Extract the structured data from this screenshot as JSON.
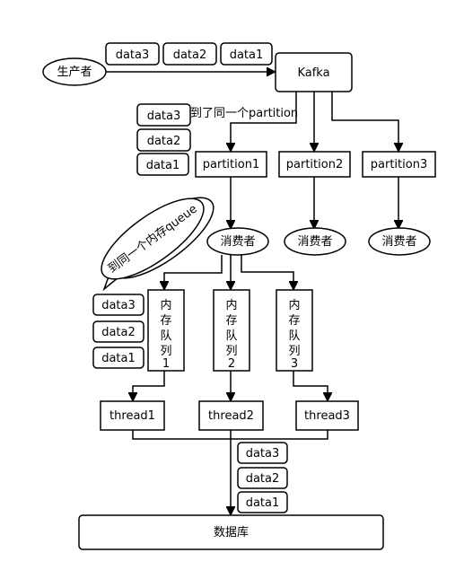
{
  "producer": "生产者",
  "kafka": "Kafka",
  "data_labels": {
    "d1": "data1",
    "d2": "data2",
    "d3": "data3"
  },
  "partition_note": "到了同一个partition",
  "partitions": [
    "partition1",
    "partition2",
    "partition3"
  ],
  "consumer": "消费者",
  "memory_queue_note": "到同一个内存queue",
  "memory_queues": [
    [
      "内",
      "存",
      "队",
      "列",
      "1"
    ],
    [
      "内",
      "存",
      "队",
      "列",
      "2"
    ],
    [
      "内",
      "存",
      "队",
      "列",
      "3"
    ]
  ],
  "threads": [
    "thread1",
    "thread2",
    "thread3"
  ],
  "database": "数据库"
}
